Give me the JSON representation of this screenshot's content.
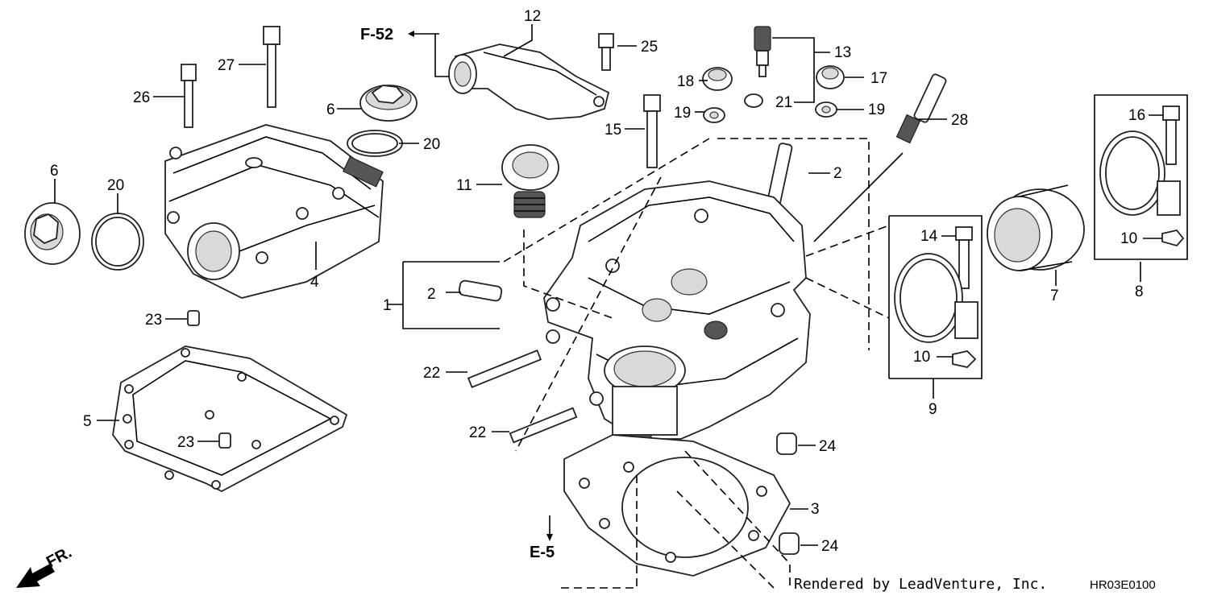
{
  "refs": {
    "f52": "F-52",
    "e5": "E-5",
    "fr": "FR."
  },
  "credit": "Rendered by LeadVenture, Inc.",
  "diagram_code": "HR03E0100",
  "callouts": {
    "c1": "1",
    "c2a": "2",
    "c2b": "2",
    "c3": "3",
    "c4": "4",
    "c5": "5",
    "c6a": "6",
    "c6b": "6",
    "c7": "7",
    "c8": "8",
    "c9": "9",
    "c10a": "10",
    "c10b": "10",
    "c11": "11",
    "c12": "12",
    "c13": "13",
    "c14": "14",
    "c15": "15",
    "c16": "16",
    "c17": "17",
    "c18": "18",
    "c19a": "19",
    "c19b": "19",
    "c20a": "20",
    "c20b": "20",
    "c21": "21",
    "c22a": "22",
    "c22b": "22",
    "c23a": "23",
    "c23b": "23",
    "c24a": "24",
    "c24b": "24",
    "c25": "25",
    "c26": "26",
    "c27": "27",
    "c28": "28"
  }
}
